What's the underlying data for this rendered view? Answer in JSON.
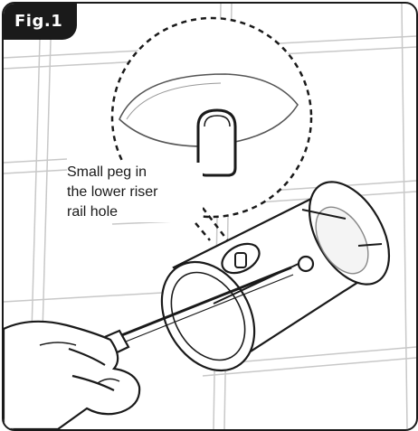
{
  "figure": {
    "label": "Fig.1",
    "callout_lines": [
      "Small peg in",
      "the lower riser",
      "rail hole"
    ]
  },
  "colors": {
    "ink": "#1a1a1a",
    "tile_grout": "#c8c8c8",
    "background": "#ffffff"
  }
}
